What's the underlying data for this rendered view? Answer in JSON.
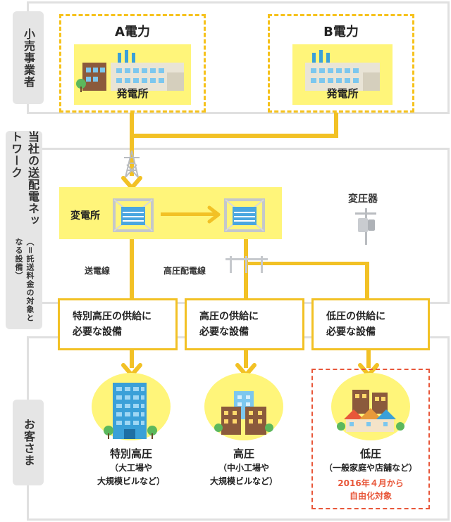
{
  "sections": {
    "retail": "小売事業者",
    "network_title": "当社の送配電ネットワーク",
    "network_note": "（＝託送料金の対象となる設備）",
    "customers": "お客さま"
  },
  "companies": [
    {
      "name": "A電力",
      "plant_label": "発電所"
    },
    {
      "name": "B電力",
      "plant_label": "発電所"
    }
  ],
  "network": {
    "substation_label": "変電所",
    "transformer_label": "変圧器",
    "transmission_line_label": "送電線",
    "distribution_line_label": "高圧配電線"
  },
  "facilities": [
    {
      "line1": "特別高圧の供給に",
      "line2": "必要な設備"
    },
    {
      "line1": "高圧の供給に",
      "line2": "必要な設備"
    },
    {
      "line1": "低圧の供給に",
      "line2": "必要な設備"
    }
  ],
  "customers": [
    {
      "title": "特別高圧",
      "sub1": "（大工場や",
      "sub2": "大規模ビルなど）"
    },
    {
      "title": "高圧",
      "sub1": "（中小工場や",
      "sub2": "大規模ビルなど）"
    },
    {
      "title": "低圧",
      "sub1": "（一般家庭や店舗など）",
      "note1": "2016年４月から",
      "note2": "自由化対象"
    }
  ],
  "colors": {
    "accent_yellow": "#f2c125",
    "highlight_yellow": "#fff57a",
    "band_gray": "#e0e0e0",
    "liberal_red": "#e8573a",
    "building_blue": "#7cc7ee",
    "building_brown": "#8b5a3c"
  },
  "icons": [
    "power-plant-icon",
    "transmission-tower-icon",
    "substation-icon",
    "transformer-icon",
    "utility-pole-icon",
    "skyscraper-icon",
    "factory-icon",
    "houses-icon",
    "arrow-down-icon"
  ]
}
